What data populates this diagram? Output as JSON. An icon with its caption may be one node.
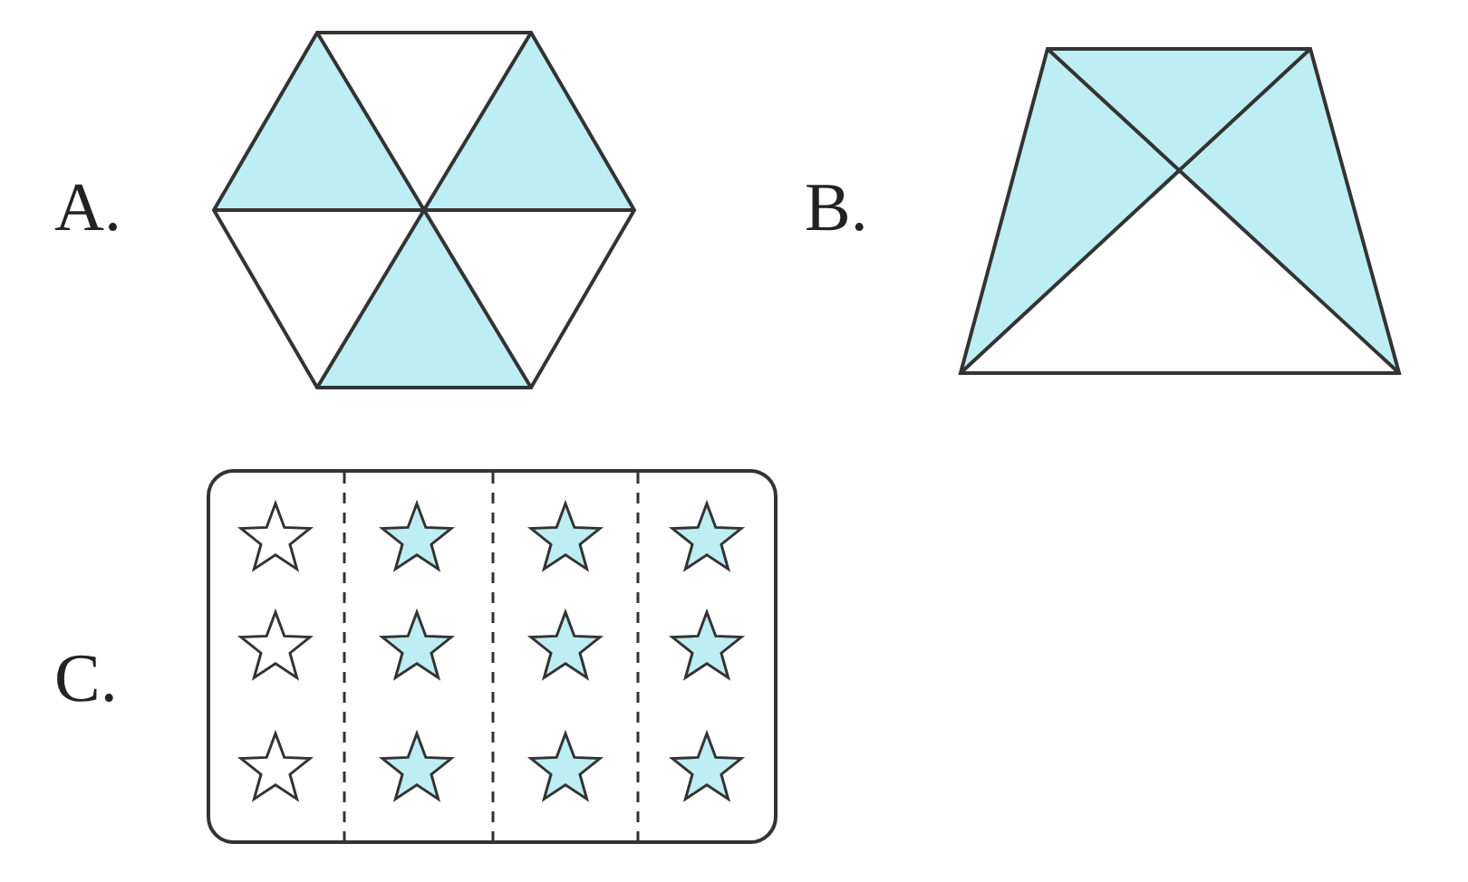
{
  "diagram": {
    "labels": [
      "A.",
      "B.",
      "C."
    ]
  }
}
